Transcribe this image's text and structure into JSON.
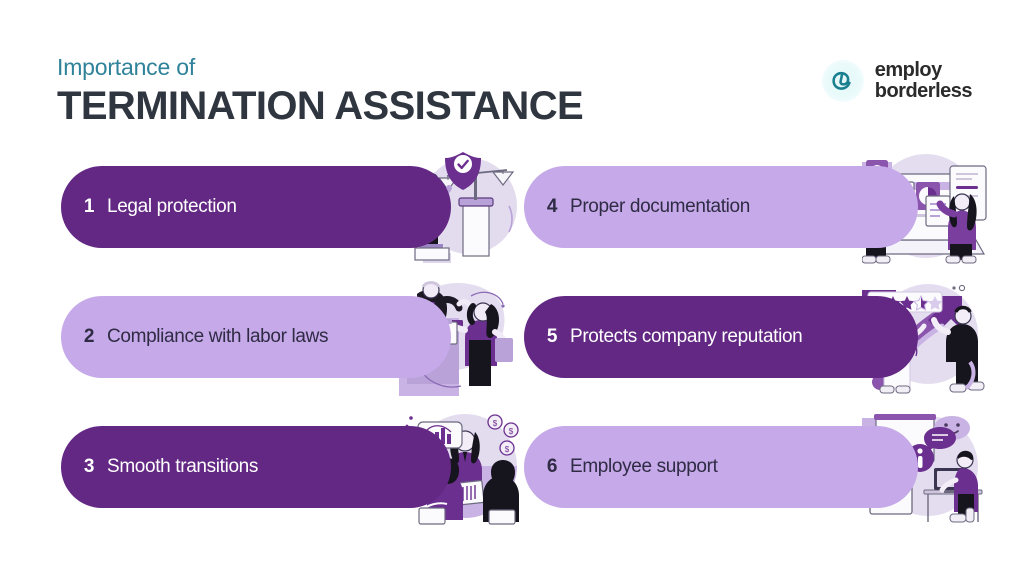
{
  "header": {
    "eyebrow": "Importance of",
    "title": "TERMINATION ASSISTANCE"
  },
  "logo": {
    "mark_icon": "employ-borderless-e-icon",
    "line1": "employ",
    "line2": "borderless"
  },
  "colors": {
    "eyebrow_teal": "#2e8299",
    "title_charcoal": "#2f3640",
    "pill_dark_purple": "#622883",
    "pill_light_purple": "#c5a9e8",
    "light_pill_text": "#2f2b45",
    "dark_pill_text": "#ffffff",
    "illustration_circle": "#e0dcec",
    "background": "#ffffff"
  },
  "cards": [
    {
      "number": "1",
      "label": "Legal protection",
      "style": "dark",
      "column": "left",
      "row": 1,
      "illustration": "scales-of-justice-shield-icon"
    },
    {
      "number": "2",
      "label": "Compliance with labor laws",
      "style": "light",
      "column": "left",
      "row": 2,
      "illustration": "judge-podium-document-icon"
    },
    {
      "number": "3",
      "label": "Smooth transitions",
      "style": "dark",
      "column": "left",
      "row": 3,
      "illustration": "meeting-handover-icon"
    },
    {
      "number": "4",
      "label": "Proper documentation",
      "style": "light",
      "column": "right",
      "row": 1,
      "illustration": "documents-screen-icon"
    },
    {
      "number": "5",
      "label": "Protects company reputation",
      "style": "dark",
      "column": "right",
      "row": 2,
      "illustration": "star-rating-growth-arrow-icon"
    },
    {
      "number": "6",
      "label": "Employee support",
      "style": "light",
      "column": "right",
      "row": 3,
      "illustration": "support-desk-info-icon"
    }
  ]
}
